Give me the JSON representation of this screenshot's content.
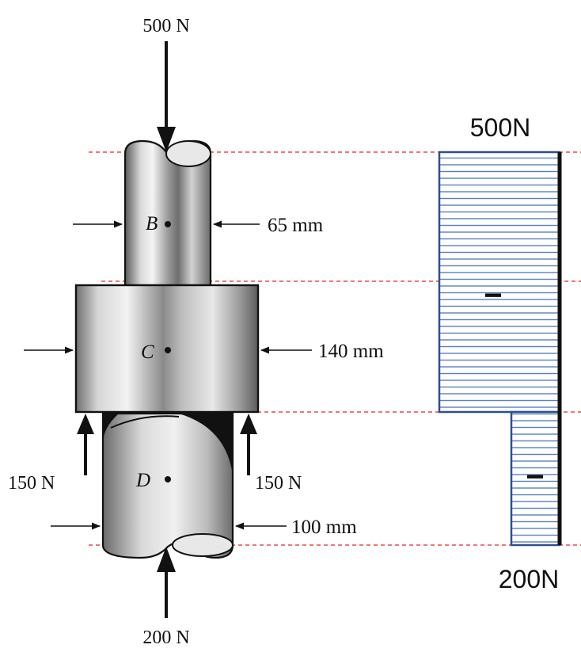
{
  "loads": {
    "top": "500 N",
    "bottom": "200 N",
    "left_ring": "150 N",
    "right_ring": "150 N"
  },
  "sections": {
    "B": {
      "label": "B",
      "diameter": "65 mm"
    },
    "C": {
      "label": "C",
      "diameter": "140 mm"
    },
    "D": {
      "label": "D",
      "diameter": "100 mm"
    }
  },
  "force_diagram": {
    "top_label": "500N",
    "bottom_label": "200N",
    "upper_sign": "−",
    "lower_sign": "−"
  },
  "colors": {
    "guide_line": "#e8242a",
    "hatch": "#5b7fc4",
    "diagram_outline": "#2e4f8f",
    "ink": "#111111"
  }
}
